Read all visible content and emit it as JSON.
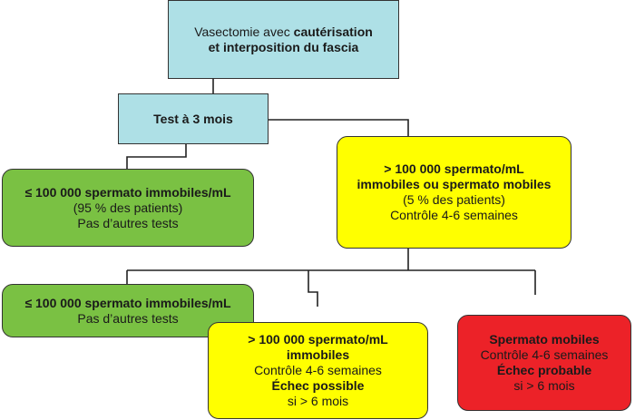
{
  "root": {
    "line1": "Vasectomie avec ",
    "line1_bold": "cautérisation",
    "line2": "et interposition du fascia"
  },
  "test": {
    "label": "Test à 3 mois"
  },
  "left1": {
    "title": "≤ 100 000  spermato immobiles/mL",
    "line2": "(95 % des patients)",
    "line3": "Pas d’autres tests"
  },
  "right1": {
    "title1": "> 100 000  spermato/mL",
    "title2": "immobiles ou spermato mobiles",
    "line3": "(5 % des patients)",
    "line4": "Contrôle 4-6 semaines"
  },
  "left2": {
    "title": "≤ 100 000  spermato immobiles/mL",
    "line2": "Pas d’autres tests"
  },
  "mid2": {
    "title1": "> 100 000  spermato/mL",
    "title2": "immobiles",
    "line3": "Contrôle 4-6 semaines",
    "line4": "Échec possible",
    "line5": "si > 6 mois"
  },
  "right2": {
    "title": "Spermato mobiles",
    "line2": "Contrôle 4-6 semaines",
    "line3": "Échec probable",
    "line4": "si > 6 mois"
  },
  "colors": {
    "blue": "#aee0e6",
    "green": "#7ac143",
    "yellow": "#ffff00",
    "red": "#ec2228"
  }
}
